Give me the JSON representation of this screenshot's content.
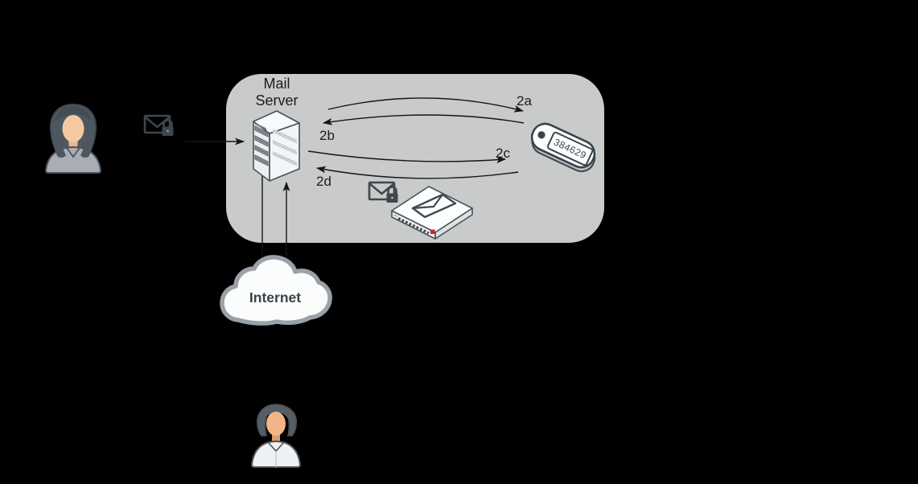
{
  "scene": {
    "description": "Encrypted email flow diagram: sender sends encrypted mail to a mail server inside a secure zone; server exchanges steps 2a-2d with a one-time-password token and an email encryption appliance; mail travels through the Internet to the recipient",
    "colors": {
      "background": "#000000",
      "panel": "#c9cbca",
      "outline_dark": "#3d474d",
      "arrow": "#141414",
      "accent_red": "#cc2229",
      "cloud_border": "#9aa1a7",
      "cloud_fill": "#fbfcfc",
      "skin": "#f3c9a2"
    }
  },
  "icons": {
    "sender": "female-user-icon",
    "recipient": "male-user-icon",
    "encrypted_email": "envelope-lock-icon",
    "mail_server": "server-tower-icon",
    "token": "security-token-icon",
    "appliance": "email-encryption-appliance-icon",
    "internet": "cloud-icon"
  },
  "mail_server": {
    "label": [
      "Mail",
      "Server"
    ]
  },
  "flow": {
    "step_labels": [
      "2a",
      "2b",
      "2c",
      "2d"
    ]
  },
  "token": {
    "code": "384629"
  },
  "internet": {
    "label": "Internet"
  }
}
